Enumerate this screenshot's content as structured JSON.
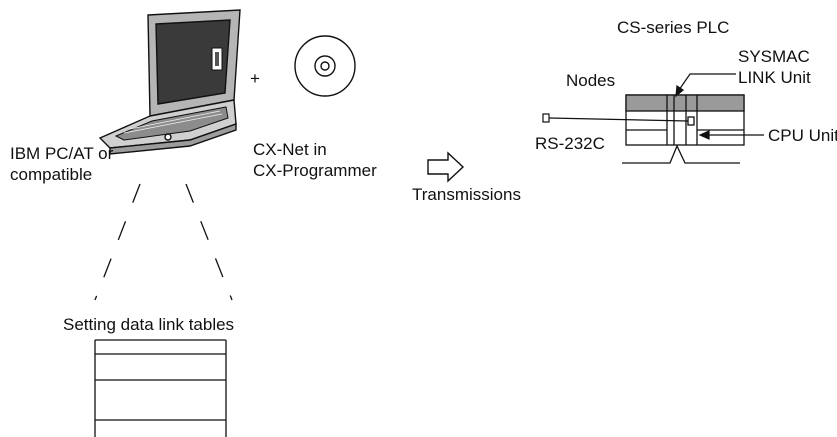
{
  "pc": {
    "label_line1": "IBM PC/AT or",
    "label_line2": "compatible"
  },
  "plus": "+",
  "software": {
    "label_line1": "CX-Net in",
    "label_line2": "CX-Programmer"
  },
  "transmission": {
    "label": "Transmissions",
    "cable": "RS-232C"
  },
  "plc": {
    "title": "CS-series PLC",
    "nodes": "Nodes",
    "link_unit_line1": "SYSMAC",
    "link_unit_line2": "LINK Unit",
    "cpu_unit": "CPU Unit"
  },
  "tables": {
    "label": "Setting data link tables"
  },
  "colors": {
    "line": "#111111",
    "laptop_shade": "#8c8c8c",
    "screen_dark": "#3a3a3a",
    "plc_top": "#9a9a9a"
  },
  "icons": [
    "laptop-icon",
    "cd-rom-icon",
    "arrow-right-icon",
    "plc-rack-icon"
  ]
}
